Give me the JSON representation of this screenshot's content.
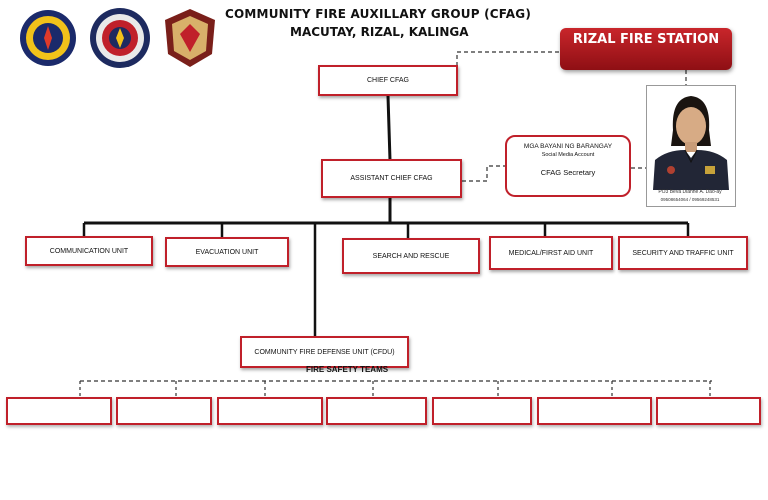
{
  "header": {
    "title": "COMMUNITY FIRE AUXILLARY GROUP (CFAG)",
    "location": "MACUTAY, RIZAL, KALINGA",
    "logos": [
      "bfp-seal-icon",
      "bureau-of-fire-protection-icon",
      "fire-marshal-shield-icon"
    ]
  },
  "station": {
    "label": "RIZAL FIRE STATION"
  },
  "nodes": {
    "chief": "CHIEF CFAG",
    "assistant": "ASSISTANT CHIEF CFAG",
    "cfdu": "COMMUNITY FIRE DEFENSE UNIT (CFDU)",
    "fire_safety_teams": "FIRE SAFETY TEAMS"
  },
  "units": [
    "COMMUNICATION UNIT",
    "EVACUATION UNIT",
    "SEARCH AND RESCUE",
    "MEDICAL/FIRST AID UNIT",
    "SECURITY AND TRAFFIC UNIT"
  ],
  "secretary": {
    "line1": "MGA BAYANI NG BARANGAY",
    "line2": "Social Media Account",
    "role": "CFAG Secretary"
  },
  "photo": {
    "name": "PO3 Beva Dianne A. Dao-ay",
    "contact": "09508654064 / 09569248531"
  },
  "colors": {
    "accent": "#c0202a",
    "station_bg": "#b01b21"
  }
}
